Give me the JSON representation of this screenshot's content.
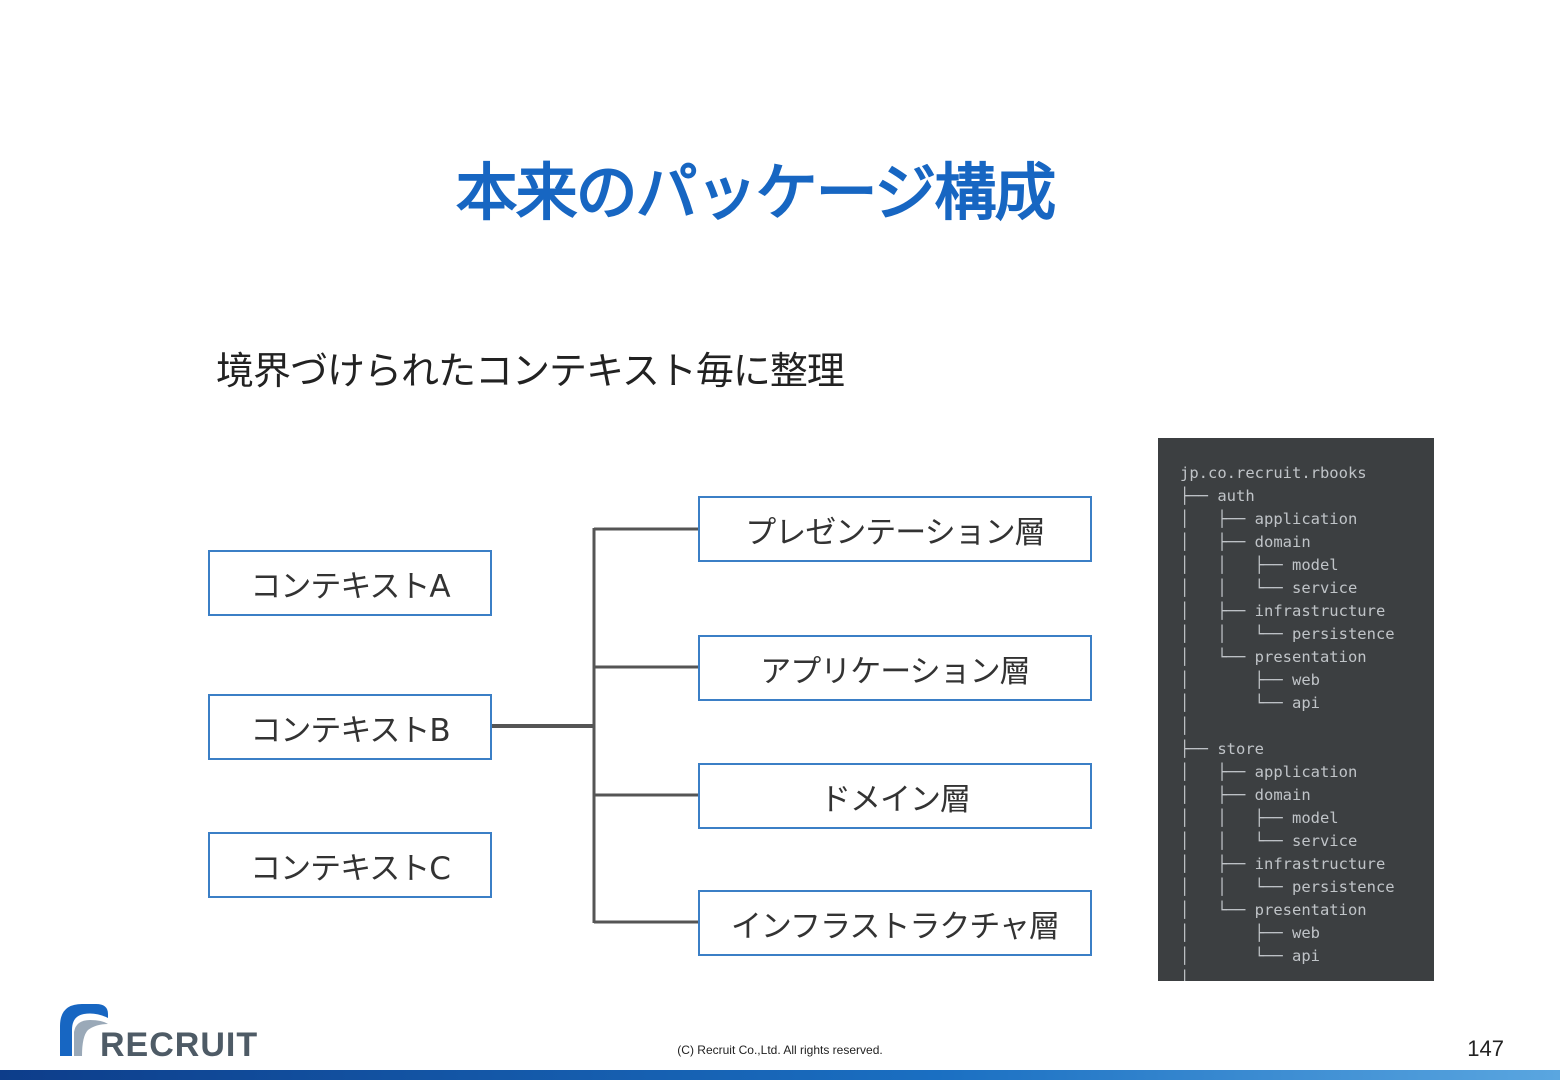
{
  "slide": {
    "title": "本来のパッケージ構成",
    "subtitle": "境界づけられたコンテキスト毎に整理",
    "copyright": "(C) Recruit Co.,Ltd. All rights reserved.",
    "page_number": "147",
    "logo_text": "RECRUIT"
  },
  "contexts": [
    "コンテキストA",
    "コンテキストB",
    "コンテキストC"
  ],
  "layers": [
    "プレゼンテーション層",
    "アプリケーション層",
    "ドメイン層",
    "インフラストラクチャ層"
  ],
  "package_tree": [
    "jp.co.recruit.rbooks",
    "├── auth",
    "│   ├── application",
    "│   ├── domain",
    "│   │   ├── model",
    "│   │   └── service",
    "│   ├── infrastructure",
    "│   │   └── persistence",
    "│   └── presentation",
    "│       ├── web",
    "│       └── api",
    "│",
    "├── store",
    "│   ├── application",
    "│   ├── domain",
    "│   │   ├── model",
    "│   │   └── service",
    "│   ├── infrastructure",
    "│   │   └── persistence",
    "│   └── presentation",
    "│       ├── web",
    "│       └── api",
    "│"
  ],
  "colors": {
    "title": "#1766c2",
    "box_border": "#3b7fc6",
    "connector": "#555555",
    "code_bg": "#3c3f41",
    "code_text": "#c0c4c8"
  }
}
